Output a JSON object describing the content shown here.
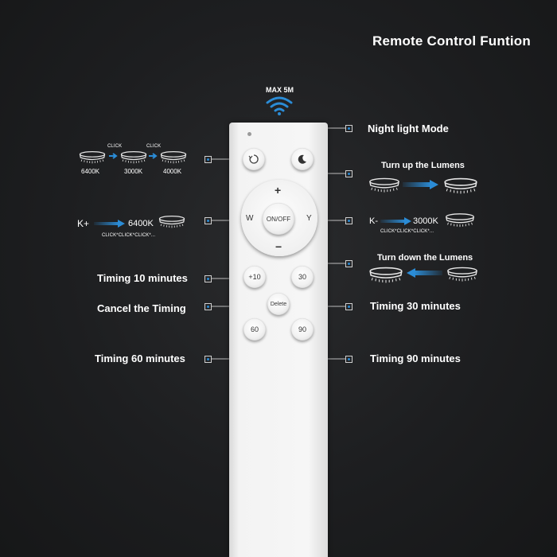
{
  "title": "Remote Control Funtion",
  "range_label": "MAX 5M",
  "buttons": {
    "on_off": "ON/OFF",
    "w": "W",
    "y": "Y",
    "plus": "+",
    "minus": "−",
    "plus10": "+10",
    "t30": "30",
    "delete": "Delete",
    "t60": "60",
    "t90": "90"
  },
  "labels": {
    "night_light": "Night light Mode",
    "turn_up": "Turn up the Lumens",
    "turn_down": "Turn down the Lumens",
    "timing10": "Timing 10 minutes",
    "cancel": "Cancel the Timing",
    "timing30": "Timing 30 minutes",
    "timing60": "Timing 60 minutes",
    "timing90": "Timing 90 minutes"
  },
  "cct_cycle": {
    "click": "CLICK",
    "temps": [
      "6400K",
      "3000K",
      "4000K"
    ]
  },
  "k_plus": {
    "label": "K+",
    "value": "6400K",
    "clicks": "CLICK*CLICK*CLICK*..."
  },
  "k_minus": {
    "label": "K-",
    "value": "3000K",
    "clicks": "CLICK*CLICK*CLICK*..."
  },
  "colors": {
    "accent": "#2b8cd6",
    "background": "#1d1e20",
    "remote": "#f4f4f4"
  }
}
